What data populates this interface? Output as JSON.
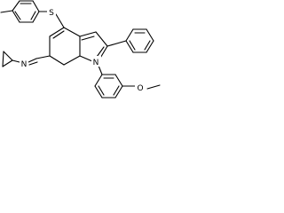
{
  "figure": {
    "kind": "chemical-structure"
  },
  "atom_labels": {
    "sulfur": "S",
    "imine_nitrogen": "N",
    "ring_nitrogen": "N",
    "methoxy": "O"
  },
  "colors": {
    "ink": "#000000",
    "background": "#ffffff"
  }
}
